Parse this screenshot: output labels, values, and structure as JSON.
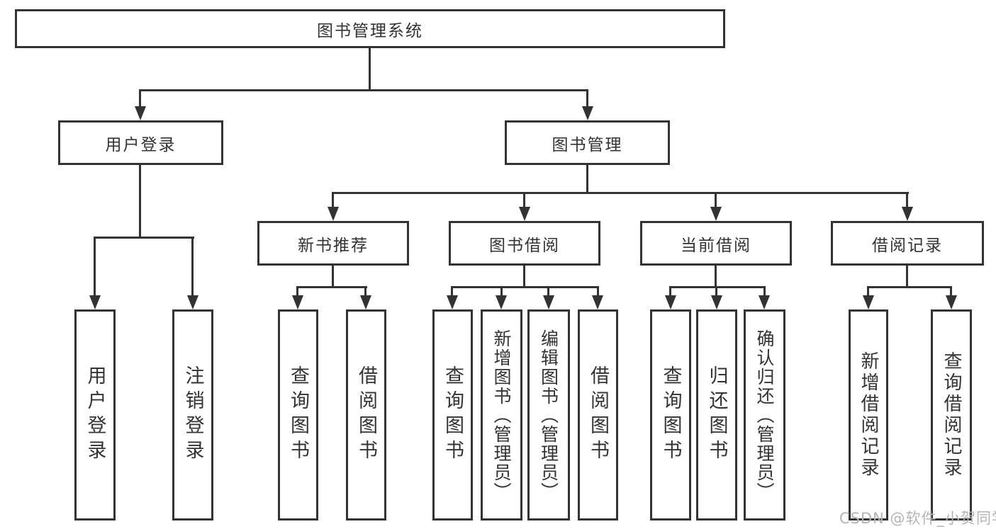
{
  "diagram_title": "图书管理系统",
  "nodes": {
    "root": "图书管理系统",
    "user_login": "用户登录",
    "book_mgmt": "图书管理",
    "new_book_rec": "新书推荐",
    "book_borrow": "图书借阅",
    "current_borrow": "当前借阅",
    "borrow_record": "借阅记录",
    "ul_children": [
      "用户登录",
      "注销登录"
    ],
    "nbr_children": [
      "查询图书",
      "借阅图书"
    ],
    "bb_children": [
      "查询图书",
      "新增图书（管理员）",
      "编辑图书（管理员）",
      "借阅图书"
    ],
    "cb_children": [
      "查询图书",
      "归还图书",
      "确认归还（管理员）"
    ],
    "br_children": [
      "新增借阅记录",
      "查询借阅记录"
    ]
  },
  "watermark": "CSDN @软件_小贺同学",
  "colors": {
    "line": "#333333",
    "box_border": "#333333",
    "text": "#333333",
    "background": "#ffffff",
    "watermark": "#b4b4b8"
  }
}
